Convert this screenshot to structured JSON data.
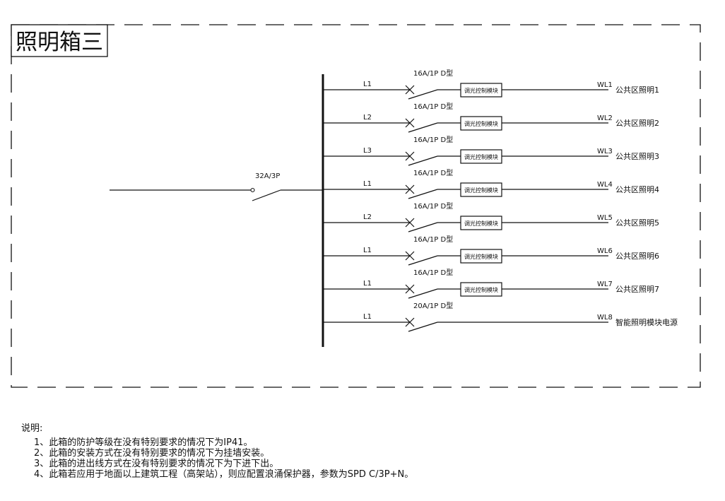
{
  "title": "照明箱三",
  "incoming": {
    "breaker": "32A/3P"
  },
  "circuits": [
    {
      "phase": "L1",
      "breaker": "16A/1P D型",
      "module": "调光控制模块",
      "id": "WL1",
      "desc": "公共区照明1"
    },
    {
      "phase": "L2",
      "breaker": "16A/1P D型",
      "module": "调光控制模块",
      "id": "WL2",
      "desc": "公共区照明2"
    },
    {
      "phase": "L3",
      "breaker": "16A/1P D型",
      "module": "调光控制模块",
      "id": "WL3",
      "desc": "公共区照明3"
    },
    {
      "phase": "L1",
      "breaker": "16A/1P D型",
      "module": "调光控制模块",
      "id": "WL4",
      "desc": "公共区照明4"
    },
    {
      "phase": "L2",
      "breaker": "16A/1P D型",
      "module": "调光控制模块",
      "id": "WL5",
      "desc": "公共区照明5"
    },
    {
      "phase": "L1",
      "breaker": "16A/1P D型",
      "module": "调光控制模块",
      "id": "WL6",
      "desc": "公共区照明6"
    },
    {
      "phase": "L1",
      "breaker": "16A/1P D型",
      "module": "调光控制模块",
      "id": "WL7",
      "desc": "公共区照明7"
    },
    {
      "phase": "L1",
      "breaker": "20A/1P D型",
      "module": null,
      "id": "WL8",
      "desc": "智能照明模块电源"
    }
  ],
  "notes": {
    "heading": "说明:",
    "items": [
      "1、此箱的防护等级在没有特别要求的情况下为IP41。",
      "2、此箱的安装方式在没有特别要求的情况下为挂墙安装。",
      "3、此箱的进出线方式在没有特别要求的情况下为下进下出。",
      "4、此箱若应用于地面以上建筑工程（高架站），则应配置浪涌保护器，参数为SPD C/3P+N。"
    ]
  }
}
